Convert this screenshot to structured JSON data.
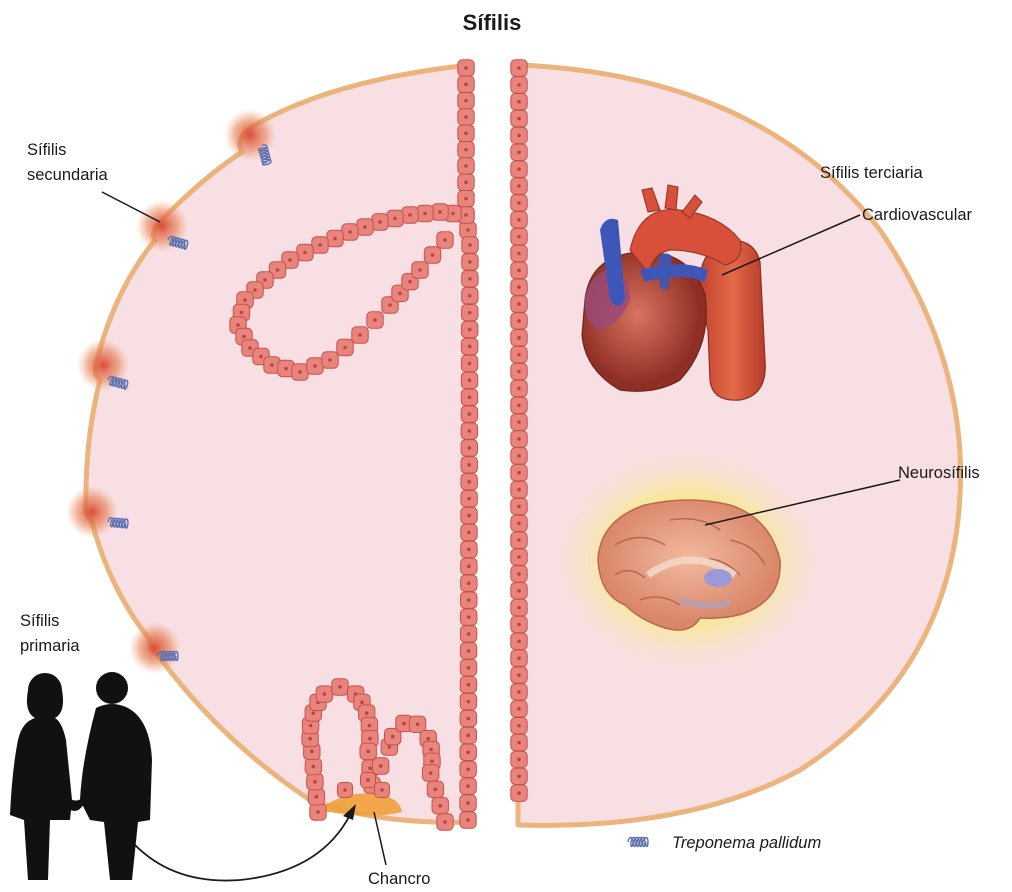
{
  "title": "Sífilis",
  "labels": {
    "secondary_line1": "Sífilis",
    "secondary_line2": "secundaria",
    "primary_line1": "Sífilis",
    "primary_line2": "primaria",
    "tertiary": "Sífilis terciaria",
    "cardiovascular": "Cardiovascular",
    "neurosyphilis": "Neurosífilis",
    "chancre": "Chancro"
  },
  "legend": {
    "organism": "Treponema pallidum"
  },
  "colors": {
    "tissue_fill": "#f8dfe3",
    "body_border": "#eab47c",
    "epithelium_cell": "#e8847c",
    "epithelium_edge": "#c8504a",
    "lesion": "#d9533a",
    "spirochete": "#5a6eb0",
    "brain_glow": "#f6e46a",
    "heart": "#b8483a",
    "aorta": "#d9583c",
    "vein": "#3d56b8",
    "silhouette": "#111111"
  }
}
